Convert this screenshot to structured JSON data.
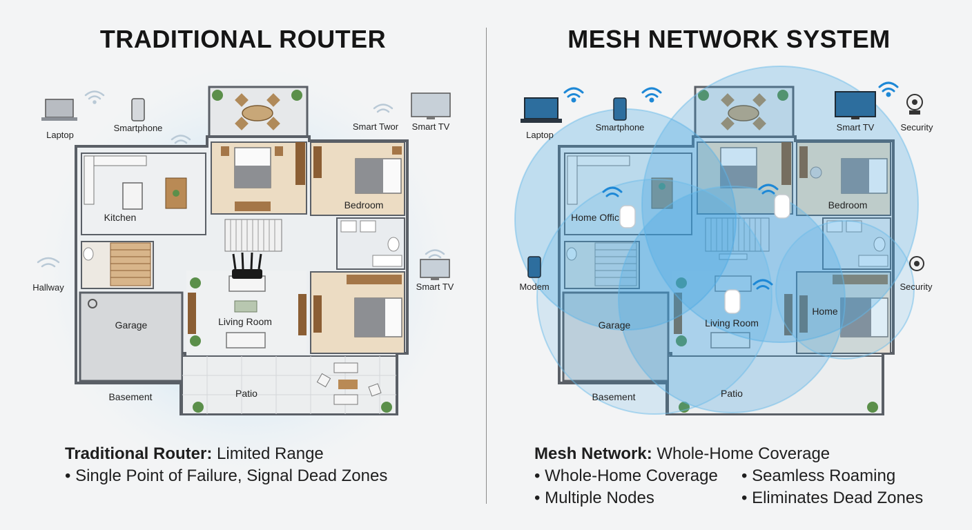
{
  "left": {
    "title": "TRADITIONAL ROUTER",
    "labels": {
      "laptop": "Laptop",
      "smartphone": "Smartphone",
      "smart_twor": "Smart Twor",
      "smart_tv_top": "Smart TV",
      "kitchen": "Kitchen",
      "bedroom": "Bedroom",
      "hallway": "Hallway",
      "smart_tv_side": "Smart TV",
      "garage": "Garage",
      "living_room": "Living Room",
      "basement": "Basement",
      "patio": "Patio"
    },
    "caption": {
      "bold": "Traditional Router:",
      "rest": " Limited Range",
      "bullet": "• Single Point of Failure, Signal Dead Zones"
    }
  },
  "right": {
    "title": "MESH NETWORK SYSTEM",
    "labels": {
      "laptop": "Laptop",
      "smartphone": "Smartphone",
      "smart_tv": "Smart TV",
      "security_top": "Security",
      "home_office": "Home Offic",
      "bedroom": "Bedroom",
      "modem": "Modem",
      "security_side": "Security",
      "garage": "Garage",
      "living_room": "Living Room",
      "home": "Home",
      "basement": "Basement",
      "patio": "Patio"
    },
    "caption": {
      "bold": "Mesh Network:",
      "rest": " Whole-Home Coverage",
      "b1": "• Whole-Home Coverage",
      "b2": "• Seamless Roaming",
      "b3": "• Multiple Nodes",
      "b4": "• Eliminates Dead Zones"
    }
  },
  "colors": {
    "wall": "#5a5f66",
    "wood_floor": "#ecdcc3",
    "tile_floor": "#e9ecef",
    "coverage_blue": "#3aa0e0",
    "wifi_blue": "#1e88d6"
  }
}
